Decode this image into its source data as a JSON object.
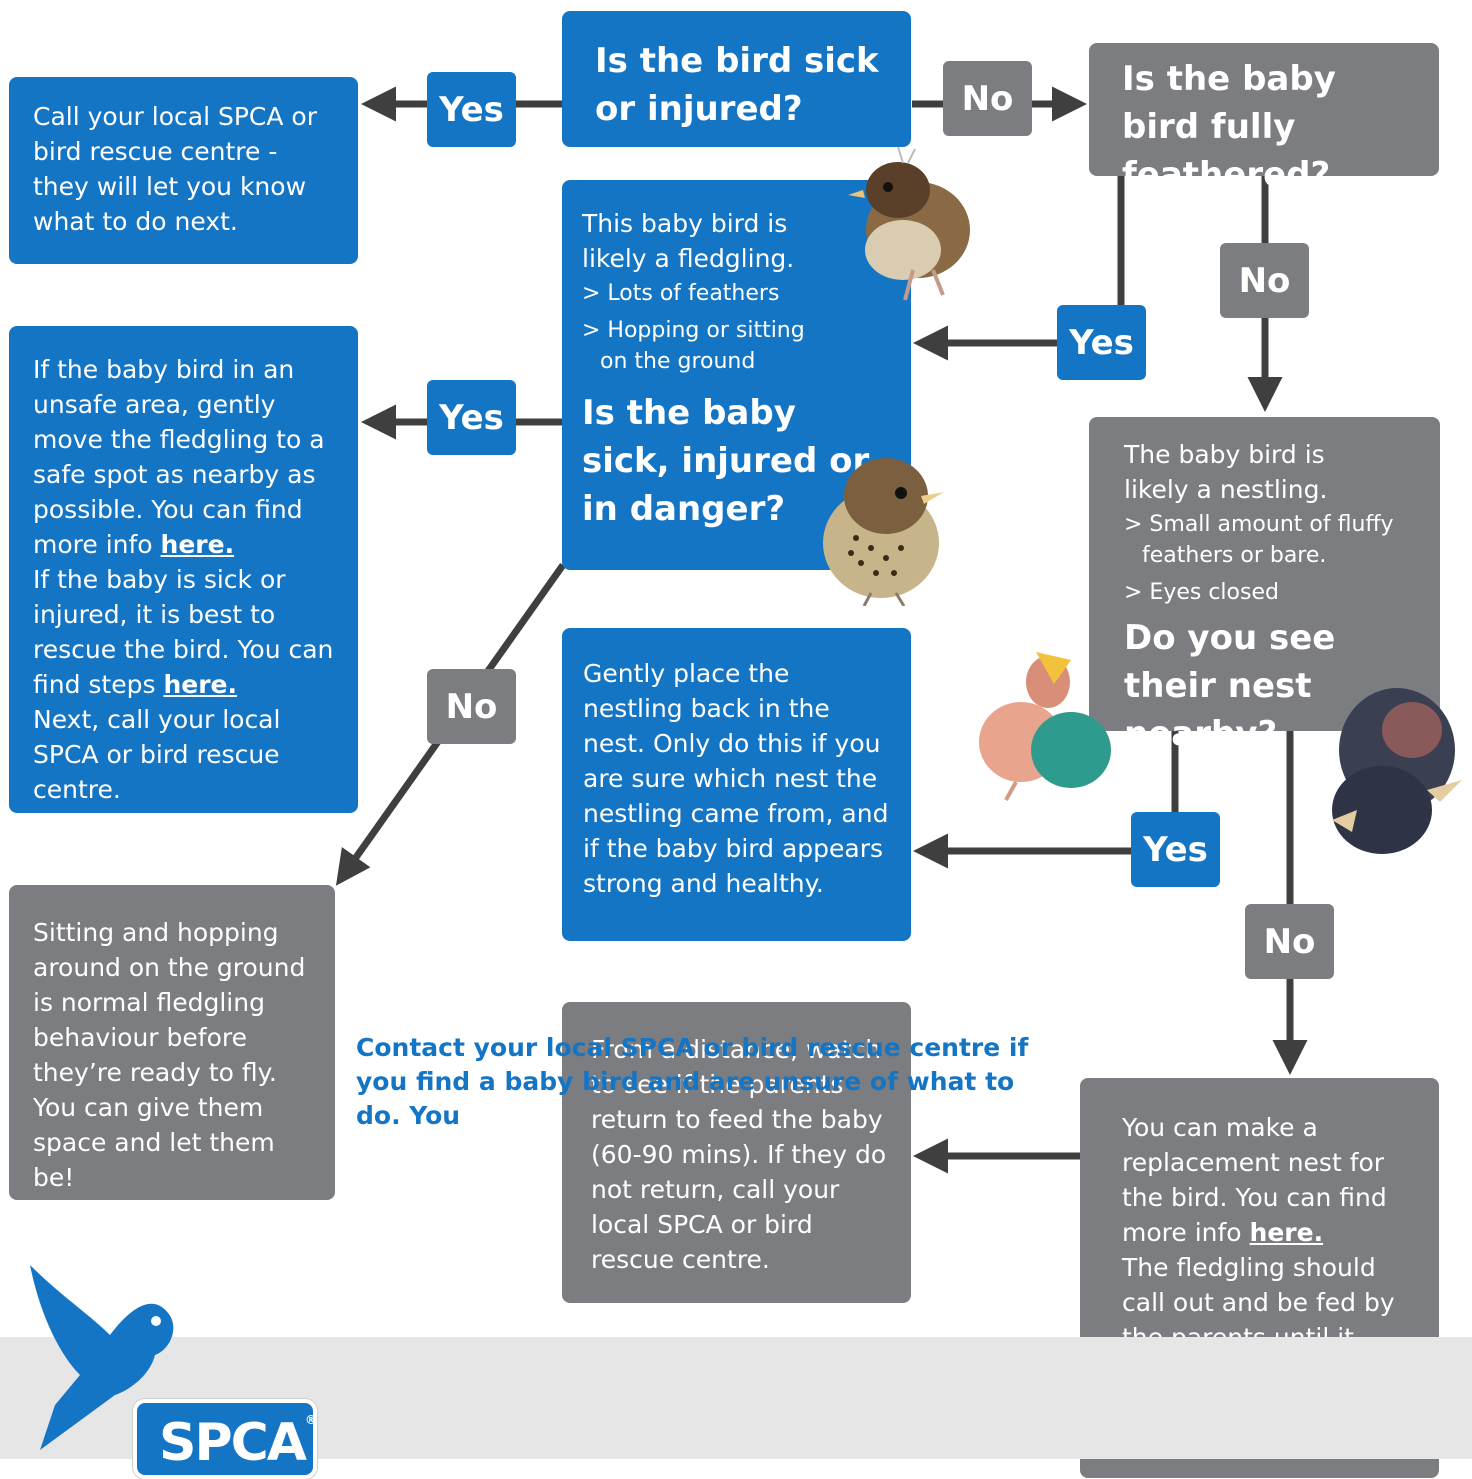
{
  "q1": {
    "title": "Is the bird sick or injured?"
  },
  "q2": {
    "title": "Is the baby bird fully feathered?"
  },
  "call_box": {
    "text": "Call your local SPCA or bird rescue centre - they will let you know what to do next."
  },
  "fledgling_box": {
    "intro": "This baby bird is likely a fledgling.",
    "bullet1": "> Lots of feathers",
    "bullet2": "> Hopping or sitting",
    "bullet2b": "on the ground",
    "question": "Is the baby sick, injured or in danger?"
  },
  "unsafe_box": {
    "text1": "If the baby bird in an unsafe area, gently move the fledgling to a safe spot as nearby as possible. You can find more info",
    "link1": "here.",
    "text2": "If the baby is sick or injured, it is best to rescue the bird. You can find steps",
    "link2": "here.",
    "text3": "Next, call your local SPCA or bird rescue centre."
  },
  "nestling_box": {
    "intro": "The baby bird is likely a nestling.",
    "bullet1": "> Small amount of fluffy",
    "bullet1b": "feathers or bare.",
    "bullet2": "> Eyes closed",
    "question": "Do you see their nest nearby?"
  },
  "place_box": {
    "text": "Gently place the nestling back in the nest. Only do this if you are sure which nest the nestling came from, and if the baby bird appears strong and healthy."
  },
  "normal_box": {
    "text": "Sitting and hopping around on the ground is normal fledgling behaviour before they’re ready to fly. You can give them space and let them be!"
  },
  "watch_box": {
    "text": "From a distance, watch to see if the parents return to feed the baby (60-90 mins). If they do not return, call your local SPCA or bird rescue centre."
  },
  "replace_box": {
    "text1": "You can make a replacement nest for the bird. You can find more info",
    "link": "here.",
    "text2": "The fledgling should call out and be fed by the parents until it gets its full flying wings and is ready to leave."
  },
  "labels": {
    "yes1": "Yes",
    "no1": "No",
    "yes2": "Yes",
    "no2": "No",
    "yes3": "Yes",
    "no3": "No",
    "yes4": "Yes",
    "no4": "No"
  },
  "footer": {
    "text": "Contact your local SPCA or bird rescue centre if you find a baby bird and are unsure of what to do. You",
    "logo": "SPCA"
  },
  "colors": {
    "blue": "#1575c5",
    "grey": "#7c7d80",
    "arrow": "#3f3f3f",
    "footer_bg": "#e6e6e6"
  }
}
